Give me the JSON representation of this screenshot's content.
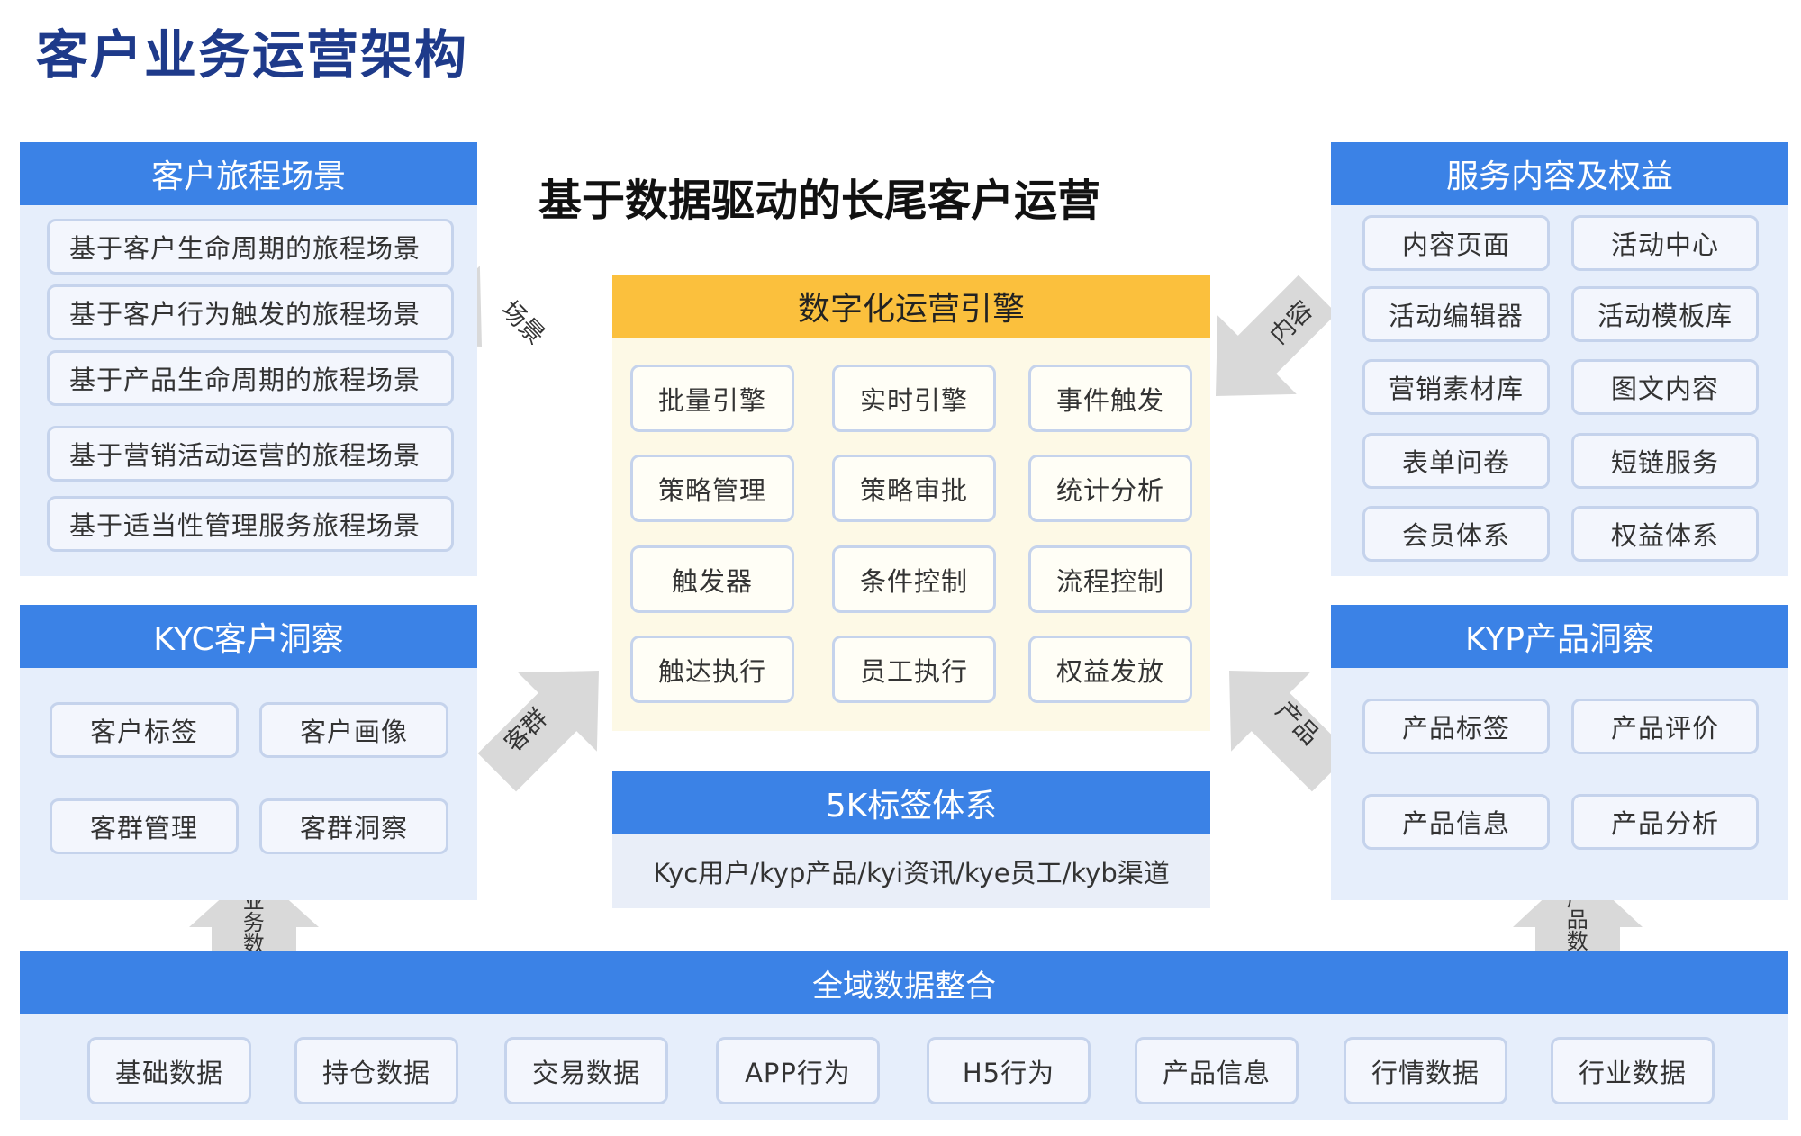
{
  "title": "客户业务运营架构",
  "main_heading": "基于数据驱动的长尾客户运营",
  "customer_journey": {
    "title": "客户旅程场景",
    "items": [
      "基于客户生命周期的旅程场景",
      "基于客户行为触发的旅程场景",
      "基于产品生命周期的旅程场景",
      "基于营销活动运营的旅程场景",
      "基于适当性管理服务旅程场景"
    ]
  },
  "kyc": {
    "title": "KYC客户洞察",
    "items": [
      "客户标签",
      "客户画像",
      "客群管理",
      "客群洞察"
    ]
  },
  "service": {
    "title": "服务内容及权益",
    "items": [
      "内容页面",
      "活动中心",
      "活动编辑器",
      "活动模板库",
      "营销素材库",
      "图文内容",
      "表单问卷",
      "短链服务",
      "会员体系",
      "权益体系"
    ]
  },
  "kyp": {
    "title": "KYP产品洞察",
    "items": [
      "产品标签",
      "产品评价",
      "产品信息",
      "产品分析"
    ]
  },
  "engine": {
    "title": "数字化运营引擎",
    "items": [
      "批量引擎",
      "实时引擎",
      "事件触发",
      "策略管理",
      "策略审批",
      "统计分析",
      "触发器",
      "条件控制",
      "流程控制",
      "触达执行",
      "员工执行",
      "权益发放"
    ]
  },
  "tag5k": {
    "title": "5K标签体系",
    "body": "Kyc用户/kyp产品/kyi资讯/kye员工/kyb渠道"
  },
  "data_integration": {
    "title": "全域数据整合",
    "items": [
      "基础数据",
      "持仓数据",
      "交易数据",
      "APP行为",
      "H5行为",
      "产品信息",
      "行情数据",
      "行业数据"
    ]
  },
  "arrows": {
    "scene": "场景",
    "content": "内容",
    "group": "客群",
    "product": "产品",
    "business_data": "业务数据",
    "product_data": "产品数据"
  },
  "colors": {
    "title": "#1e3a8a",
    "panel_header": "#3b82e6",
    "panel_bg": "#e6eefb",
    "engine_header": "#fbc03d",
    "engine_bg": "#fdf9e6",
    "arrow": "#d9d9d9"
  }
}
